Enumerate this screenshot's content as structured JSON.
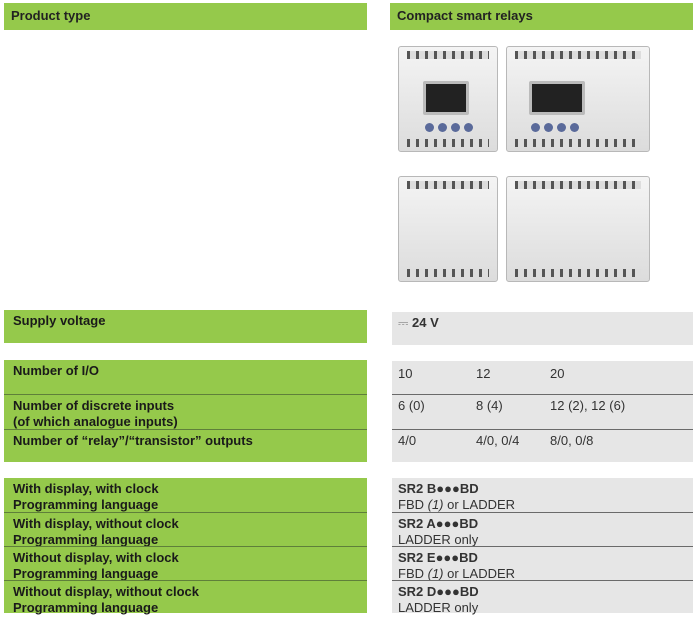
{
  "header": {
    "left": "Product type",
    "right": "Compact smart relays"
  },
  "supply": {
    "label": "Supply voltage",
    "symbol": "⎓",
    "value": "24 V"
  },
  "io": {
    "rows": [
      {
        "label": "Number of I/O",
        "values": [
          "10",
          "12",
          "20"
        ]
      },
      {
        "label1": "Number of discrete inputs",
        "label2": "(of which analogue inputs)",
        "values": [
          "6 (0)",
          "8 (4)",
          "12 (2), 12 (6)"
        ]
      },
      {
        "label": "Number of “relay”/“transistor” outputs",
        "values": [
          "4/0",
          "4/0, 0/4",
          "8/0, 0/8"
        ]
      }
    ]
  },
  "variants": [
    {
      "label1": "With display, with clock",
      "label2": "Programming language",
      "ref": "SR2 B●●●BD",
      "lang_a": "FBD ",
      "lang_note": "(1)",
      "lang_b": " or LADDER"
    },
    {
      "label1": "With display, without clock",
      "label2": "Programming language",
      "ref": "SR2 A●●●BD",
      "lang_a": "LADDER only"
    },
    {
      "label1": "Without display, with clock",
      "label2": "Programming language",
      "ref": "SR2 E●●●BD",
      "lang_a": "FBD ",
      "lang_note": "(1)",
      "lang_b": " or LADDER"
    },
    {
      "label1": "Without display, without clock",
      "label2": "Programming language",
      "ref": "SR2 D●●●BD",
      "lang_a": "LADDER only"
    }
  ],
  "colors": {
    "green": "#95c94b",
    "gray": "#e6e6e6"
  }
}
